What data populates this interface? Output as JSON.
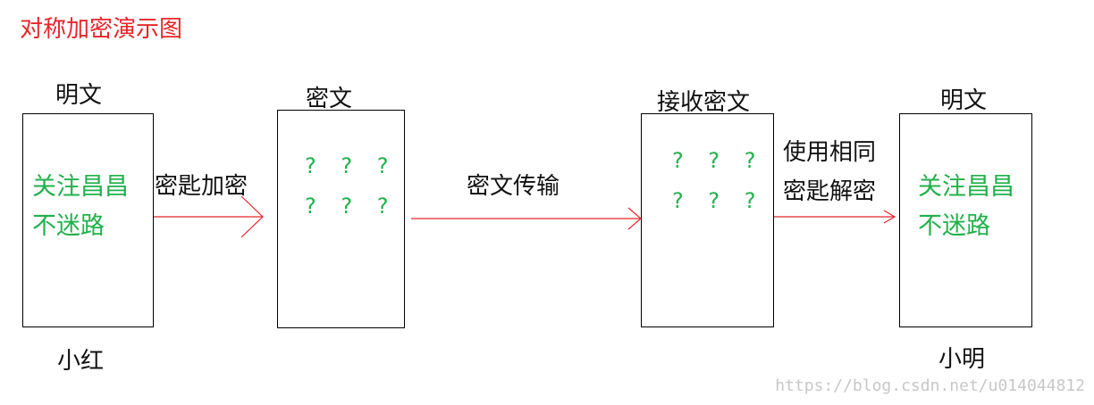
{
  "title": "对称加密演示图",
  "sender": {
    "header": "明文",
    "footer": "小红",
    "content_line1": "关注昌昌",
    "content_line2": "不迷路"
  },
  "cipher": {
    "header": "密文",
    "line1": "? ? ?",
    "line2": "? ? ?"
  },
  "received": {
    "header": "接收密文",
    "line1": "? ? ?",
    "line2": "? ? ?"
  },
  "receiver": {
    "header": "明文",
    "footer": "小明",
    "content_line1": "关注昌昌",
    "content_line2": "不迷路"
  },
  "arrows": {
    "encrypt_label": "密匙加密",
    "transmit_label": "密文传输",
    "decrypt_line1": "使用相同",
    "decrypt_line2": "密匙解密"
  },
  "watermark": "https://blog.csdn.net/u014044812",
  "colors": {
    "title": "#e8252b",
    "green_text": "#22b14c",
    "arrow": "#e8252b"
  }
}
